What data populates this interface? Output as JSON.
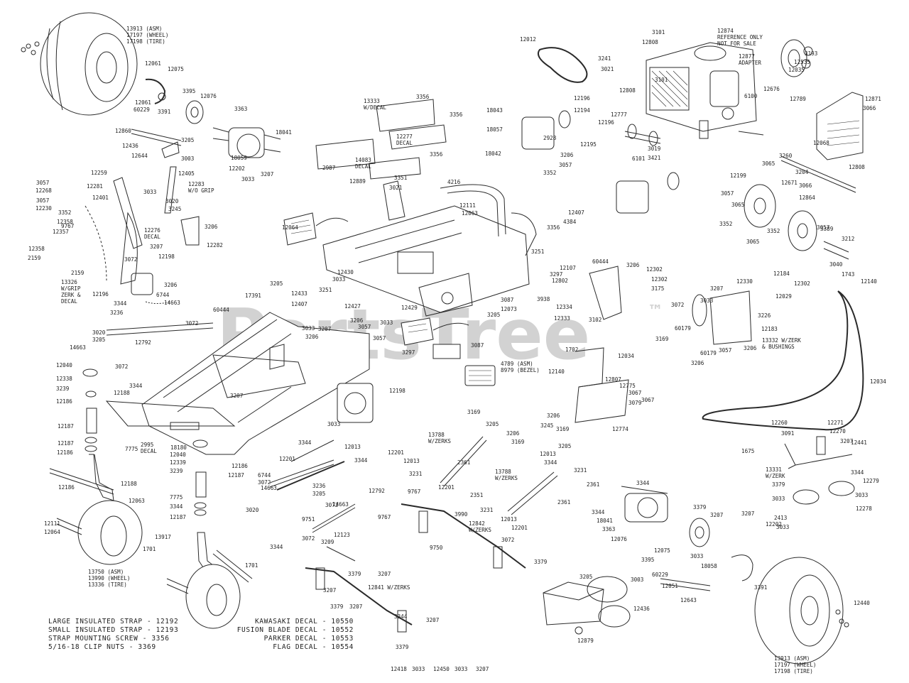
{
  "watermark": {
    "text": "PartsTree",
    "mark": "™"
  },
  "legend_left": [
    "LARGE INSULATED STRAP - 12192",
    "SMALL INSULATED STRAP - 12193",
    "STRAP MOUNTING SCREW - 3356",
    "5/16-18 CLIP NUTS - 3369"
  ],
  "legend_right": [
    "KAWASAKI DECAL - 10550",
    "FUSION BLADE DECAL - 10552",
    "PARKER DECAL - 10553",
    "FLAG DECAL - 10554"
  ],
  "callouts": {
    "wheel_tl": [
      "13913 (ASM)",
      "17197 (WHEEL)",
      "17198 (TIRE)"
    ],
    "wheel_br": [
      "13913 (ASM)",
      "17197 (WHEEL)",
      "17198 (TIRE)"
    ],
    "caster": [
      "13750 (ASM)",
      "13990 (WHEEL)",
      "13336 (TIRE)"
    ],
    "engine": [
      "12874",
      "REFERENCE ONLY",
      "NOT FOR SALE"
    ],
    "adapter": [
      "12877",
      "ADAPTER"
    ],
    "cover13333": [
      "13333",
      "W/DECAL"
    ],
    "decal12277": [
      "12277",
      "DECAL"
    ],
    "decal14083": [
      "14083",
      "DECAL"
    ],
    "grip12283": [
      "12283",
      "W/O GRIP"
    ],
    "decal12276": [
      "12276",
      "DECAL"
    ],
    "grip13326": [
      "13326",
      "W/GRIP",
      "ZERK &",
      "DECAL"
    ],
    "bezel": [
      "4789 (ASM)",
      "8979 (BEZEL)"
    ],
    "zerk13332": [
      "13332 W/ZERK",
      "& BUSHINGS"
    ],
    "zerk13331": [
      "13331",
      "W/ZERK"
    ],
    "zerks13788a": [
      "13788",
      "W/ZERKS"
    ],
    "zerks13788b": [
      "13788",
      "W/ZERKS"
    ],
    "zerks12842": [
      "12842",
      "W/ZERKS"
    ],
    "zerks12841": [
      "12841 W/ZERKS"
    ],
    "decal2995": [
      "2995",
      "DECAL"
    ]
  },
  "part_numbers": [
    "3101",
    "12808",
    "3193",
    "12535",
    "12035",
    "12012",
    "3241",
    "3021",
    "3101",
    "12808",
    "12676",
    "6100",
    "12061",
    "12075",
    "3395",
    "12076",
    "12061",
    "60229",
    "3391",
    "3363",
    "18041",
    "18059",
    "12202",
    "3207",
    "3033",
    "12860",
    "3205",
    "12436",
    "12644",
    "3003",
    "3356",
    "3356",
    "3356",
    "2987",
    "12889",
    "3351",
    "3021",
    "4216",
    "12196",
    "12194",
    "18043",
    "18057",
    "18042",
    "2928",
    "3206",
    "3057",
    "3352",
    "12777",
    "12196",
    "12195",
    "6101",
    "3019",
    "3421",
    "12789",
    "12871",
    "3066",
    "12068",
    "12808",
    "3260",
    "3065",
    "3204",
    "12671",
    "3066",
    "12864",
    "3057",
    "12268",
    "3057",
    "12230",
    "12259",
    "12281",
    "12401",
    "3352",
    "9767",
    "12357",
    "12358",
    "12358",
    "2159",
    "2159",
    "3033",
    "12405",
    "3020",
    "3245",
    "3206",
    "12282",
    "3207",
    "12198",
    "3072",
    "12196",
    "3344",
    "3206",
    "6744",
    "3236",
    "14663",
    "3072",
    "3020",
    "3205",
    "12792",
    "3072",
    "14663",
    "12040",
    "12338",
    "3239",
    "12186",
    "12187",
    "12187",
    "12186",
    "12188",
    "3344",
    "7775",
    "18180",
    "12040",
    "12339",
    "3239",
    "12186",
    "12187",
    "7775",
    "3344",
    "12187",
    "12186",
    "12188",
    "12063",
    "12111",
    "12064",
    "1701",
    "13917",
    "1701",
    "12064",
    "12111",
    "12063",
    "12407",
    "4384",
    "3356",
    "3251",
    "12107",
    "3297",
    "12802",
    "3251",
    "3033",
    "12430",
    "3938",
    "3087",
    "12073",
    "3205",
    "12427",
    "12429",
    "3033",
    "3297",
    "3087",
    "3205",
    "12433",
    "12407",
    "17391",
    "60444",
    "3033",
    "3207",
    "3206",
    "3206",
    "3057",
    "3057",
    "12198",
    "3207",
    "3033",
    "60444",
    "3206",
    "12302",
    "12302",
    "3175",
    "12334",
    "12333",
    "3102",
    "3072",
    "3033",
    "3207",
    "12330",
    "12029",
    "12302",
    "3226",
    "12183",
    "3057",
    "3206",
    "60179",
    "3169",
    "60179",
    "3206",
    "12184",
    "3389",
    "3212",
    "3040",
    "1743",
    "12140",
    "12199",
    "3057",
    "3065",
    "3352",
    "3352",
    "3065",
    "3057",
    "12034",
    "1702",
    "12034",
    "12140",
    "12807",
    "12775",
    "3067",
    "3067",
    "3079",
    "3245",
    "3206",
    "3169",
    "12774",
    "3205",
    "3169",
    "3205",
    "3206",
    "3169",
    "12201",
    "12013",
    "3231",
    "2361",
    "12201",
    "12013",
    "3344",
    "3231",
    "2361",
    "2351",
    "3231",
    "12013",
    "12201",
    "2361",
    "3344",
    "12013",
    "12201",
    "3344",
    "6744",
    "3072",
    "3236",
    "14663",
    "3020",
    "3205",
    "12792",
    "3072",
    "14663",
    "9767",
    "9751",
    "12123",
    "3209",
    "3072",
    "9767",
    "3990",
    "9750",
    "3072",
    "3379",
    "3207",
    "3344",
    "3207",
    "3379",
    "3207",
    "3379",
    "3344",
    "3207",
    "3379",
    "3344",
    "3379",
    "3207",
    "3344",
    "18041",
    "3363",
    "12076",
    "3207",
    "3033",
    "12202",
    "18058",
    "3391",
    "3395",
    "12075",
    "60229",
    "12051",
    "12643",
    "3205",
    "3003",
    "12436",
    "12879",
    "12440",
    "12271",
    "12270",
    "12260",
    "3091",
    "3207",
    "1675",
    "12441",
    "3379",
    "3344",
    "12279",
    "3033",
    "3033",
    "12278",
    "2413",
    "3033",
    "12418",
    "3033",
    "12450",
    "3033",
    "3207"
  ]
}
